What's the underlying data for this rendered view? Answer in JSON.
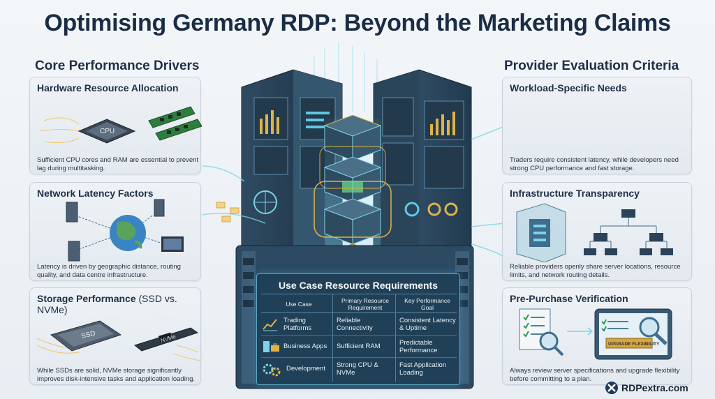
{
  "title": "Optimising Germany RDP: Beyond the Marketing Claims",
  "left_column": {
    "heading": "Core Performance Drivers",
    "cards": [
      {
        "title": "Hardware Resource Allocation",
        "desc": "Sufficient CPU cores and RAM are essential to prevent lag during multitasking.",
        "art_label": "CPU"
      },
      {
        "title": "Network Latency Factors",
        "desc": "Latency is driven by geographic distance, routing quality, and data centre infrastructure."
      },
      {
        "title": "Storage Performance",
        "title_suffix": "(SSD vs. NVMe)",
        "desc": "While SSDs are solid, NVMe storage significantly improves disk-intensive tasks and application loading.",
        "ssd_label": "SSD",
        "nvme_label": "NVMe"
      }
    ]
  },
  "right_column": {
    "heading": "Provider Evaluation Criteria",
    "cards": [
      {
        "title": "Workload-Specific Needs",
        "desc": "Traders require consistent latency, while developers need strong CPU performance and fast storage."
      },
      {
        "title": "Infrastructure Transparency",
        "desc": "Reliable providers openly share server locations, resource limits, and network routing details."
      },
      {
        "title": "Pre-Purchase Verification",
        "desc": "Always review server specifications and upgrade flexibility before committing to a plan.",
        "badge": "UPGRADE FLEXIBILITY"
      }
    ]
  },
  "table": {
    "title": "Use Case Resource Requirements",
    "headers": [
      "Use Case",
      "Primary Resource Requirement",
      "Key Performance Goal"
    ],
    "rows": [
      {
        "use_case": "Trading Platforms",
        "resource": "Reliable Connectivity",
        "goal": "Consistent Latency & Uptime"
      },
      {
        "use_case": "Business Apps",
        "resource": "Sufficient RAM",
        "goal": "Predictable Performance"
      },
      {
        "use_case": "Development",
        "resource": "Strong CPU & NVMe",
        "goal": "Fast Application Loading"
      }
    ]
  },
  "brand": "RDPextra.com",
  "colors": {
    "accent": "#3fa9cf",
    "server_dark": "#2c4a62",
    "gold": "#d8a63a"
  }
}
